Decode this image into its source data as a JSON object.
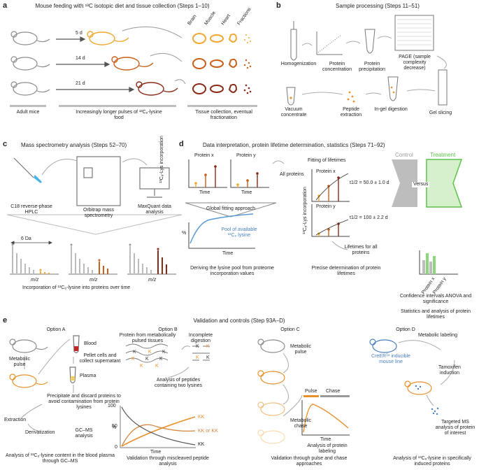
{
  "panel_a": {
    "letter": "a",
    "title": "Mouse feeding with ¹³C isotopic diet and tissue collection (Steps 1–10)",
    "durations": [
      "5 d",
      "14 d",
      "21 d"
    ],
    "tissue_labels": [
      "Brain",
      "Muscle",
      "Heart",
      "Fractions"
    ],
    "bottom_labels": [
      "Adult mice",
      "Increasingly longer pulses of ¹³C₆-lysine food",
      "Tissue collection, eventual fractionation"
    ],
    "colors": {
      "light": "#f0a830",
      "mid": "#c8601a",
      "dark": "#8a2a18",
      "gray": "#8c8c8c"
    }
  },
  "panel_b": {
    "letter": "b",
    "title": "Sample processing (Steps 11–51)",
    "steps": [
      "Homogenization",
      "Protein concentration",
      "Protein precipitation",
      "PAGE (sample complexity decrease)",
      "Gel slicing",
      "In-gel digestion",
      "Peptide extraction",
      "Vacuum concentrate"
    ]
  },
  "panel_c": {
    "letter": "c",
    "title": "Mass spectrometry analysis (Steps 52–70)",
    "instruments": [
      "C18 reverse-phase HPLC",
      "Orbitrap mass spectrometry",
      "MaxQuant data analysis"
    ],
    "shift_label": "6 Da",
    "axis_label": "m/z",
    "caption": "Incorporation of ¹³C₆-lysine into proteins over time"
  },
  "panel_d": {
    "letter": "d",
    "title": "Data interpretation, protein lifetime determination, statistics (Steps 71–92)",
    "protein_x": "Protein x",
    "protein_y": "Protein y",
    "time": "Time",
    "ylabel": "¹³C₆-Lys incorporation",
    "all_proteins": "All proteins",
    "global_fit": "Global fitting approach",
    "percent": "%",
    "pool": "Pool of available ¹³C₆ lysine",
    "caption1": "Deriving the lysine pool from proteome incorporation values",
    "fitting_title": "Fitting of lifetimes",
    "half_life_x": "t1/2 = 50.0 ± 1.0 d",
    "half_life_y": "t1/2 = 100 ± 2.2 d",
    "lifetimes_all": "Lifetimes for all proteins",
    "caption2": "Precise determination of protein lifetimes",
    "control": "Control",
    "treatment": "Treatment",
    "versus": "Versus",
    "bar_labels": [
      "Protein x",
      "Protein y"
    ],
    "ci_text": "Confidence intervals ANOVA and significance",
    "caption3": "Statistics and analysis of protein lifetimes"
  },
  "panel_e": {
    "letter": "e",
    "title": "Validation and controls (Step 93A–D)",
    "options": [
      "Option A",
      "Option B",
      "Option C",
      "Option D"
    ],
    "a_labels": [
      "Metabolic pulse",
      "Blood",
      "Pellet cells and collect supernatant",
      "Plasma",
      "Precipitate and discard proteins to avoid contamination from protein lysines",
      "Extraction",
      "Derivatization",
      "GC–MS analysis"
    ],
    "a_caption": "Analysis of ¹³C₆-lysine content in the blood plasma through GC–MS",
    "b_labels": [
      "Protein from metabolically pulsed tissues",
      "Incomplete digestion",
      "Analysis of peptides containing two lysines"
    ],
    "b_chart": {
      "ylabel": "%",
      "ticks": [
        "100",
        "50",
        "0"
      ],
      "xlabel": "Time",
      "series": [
        "KK",
        "KK or KK",
        "KK"
      ]
    },
    "b_caption": "Validation through miscleaved peptide analysis",
    "c_labels": [
      "Metabolic pulse",
      "Metabolic chase",
      "Pulse",
      "Chase",
      "Time",
      "Analysis of protein labeling"
    ],
    "c_caption": "Validation through pulse and chase approaches",
    "d_labels": [
      "Metabolic labeling",
      "CreERᵀ² inducible mouse line",
      "Tamoxifen induction",
      "Targeted MS analysis of protein of interest"
    ],
    "d_caption": "Analysis of ¹³C₆-lysine in specifically induced proteins"
  }
}
